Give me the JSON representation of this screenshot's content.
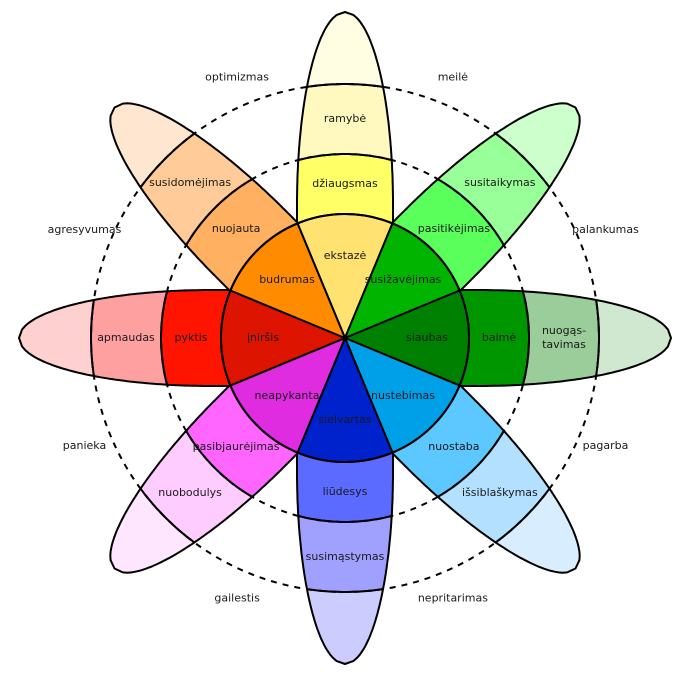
{
  "title": "Plutchik emotion wheel (Lithuanian)",
  "petals": [
    {
      "id": "joy",
      "direction": "up",
      "layers": [
        {
          "label": "ekstazė",
          "color": "#FFE270"
        },
        {
          "label": "džiaugsmas",
          "color": "#FFFF66"
        },
        {
          "label": "ramybė",
          "color": "#FFF9C0"
        },
        {
          "label": "",
          "color": "#FFFDE2"
        }
      ]
    },
    {
      "id": "trust",
      "direction": "up-right",
      "layers": [
        {
          "label": "susižavėjimas",
          "color": "#00B400"
        },
        {
          "label": "pasitikėjimas",
          "color": "#5BFF5B"
        },
        {
          "label": "susitaikymas",
          "color": "#99FF99"
        },
        {
          "label": "",
          "color": "#CCFFCC"
        }
      ]
    },
    {
      "id": "fear",
      "direction": "right",
      "layers": [
        {
          "label": "siaubas",
          "color": "#008000"
        },
        {
          "label": "baimė",
          "color": "#009600"
        },
        {
          "label": "nuogąs-\ntavimas",
          "color": "#9ACD9A"
        },
        {
          "label": "",
          "color": "#D0E8D0"
        }
      ]
    },
    {
      "id": "surprise",
      "direction": "down-right",
      "layers": [
        {
          "label": "nustebimas",
          "color": "#00A0E8"
        },
        {
          "label": "nuostaba",
          "color": "#5CC8FF"
        },
        {
          "label": "išsiblaškymas",
          "color": "#B3E0FF"
        },
        {
          "label": "",
          "color": "#D8EEFF"
        }
      ]
    },
    {
      "id": "sadness",
      "direction": "down",
      "layers": [
        {
          "label": "sielvartas",
          "color": "#0022CC"
        },
        {
          "label": "liūdesys",
          "color": "#5C6BFF"
        },
        {
          "label": "susimąstymas",
          "color": "#A0A0FF"
        },
        {
          "label": "",
          "color": "#CCCCFF"
        }
      ]
    },
    {
      "id": "disgust",
      "direction": "down-left",
      "layers": [
        {
          "label": "neapykanta",
          "color": "#E02CE0"
        },
        {
          "label": "pasibjaurėjimas",
          "color": "#FF66FF"
        },
        {
          "label": "nuobodulys",
          "color": "#FFCCFF"
        },
        {
          "label": "",
          "color": "#FFE6FF"
        }
      ]
    },
    {
      "id": "anger",
      "direction": "left",
      "layers": [
        {
          "label": "įniršis",
          "color": "#DC1400"
        },
        {
          "label": "pyktis",
          "color": "#FF1400"
        },
        {
          "label": "apmaudas",
          "color": "#FFA0A0"
        },
        {
          "label": "",
          "color": "#FFD0D0"
        }
      ]
    },
    {
      "id": "anticipation",
      "direction": "up-left",
      "layers": [
        {
          "label": "budrumas",
          "color": "#FF8C00"
        },
        {
          "label": "nuojauta",
          "color": "#FFB060"
        },
        {
          "label": "susidomėjimas",
          "color": "#FFCC99"
        },
        {
          "label": "",
          "color": "#FFE6D0"
        }
      ]
    }
  ],
  "dyads": [
    {
      "label": "meilė",
      "between": "up / up-right"
    },
    {
      "label": "palankumas",
      "between": "up-right / right"
    },
    {
      "label": "pagarba",
      "between": "right / down-right"
    },
    {
      "label": "nepritarimas",
      "between": "down-right / down"
    },
    {
      "label": "gailestis",
      "between": "down / down-left"
    },
    {
      "label": "panieka",
      "between": "down-left / left"
    },
    {
      "label": "agresyvumas",
      "between": "left / up-left"
    },
    {
      "label": "optimizmas",
      "between": "up-left / up"
    }
  ]
}
